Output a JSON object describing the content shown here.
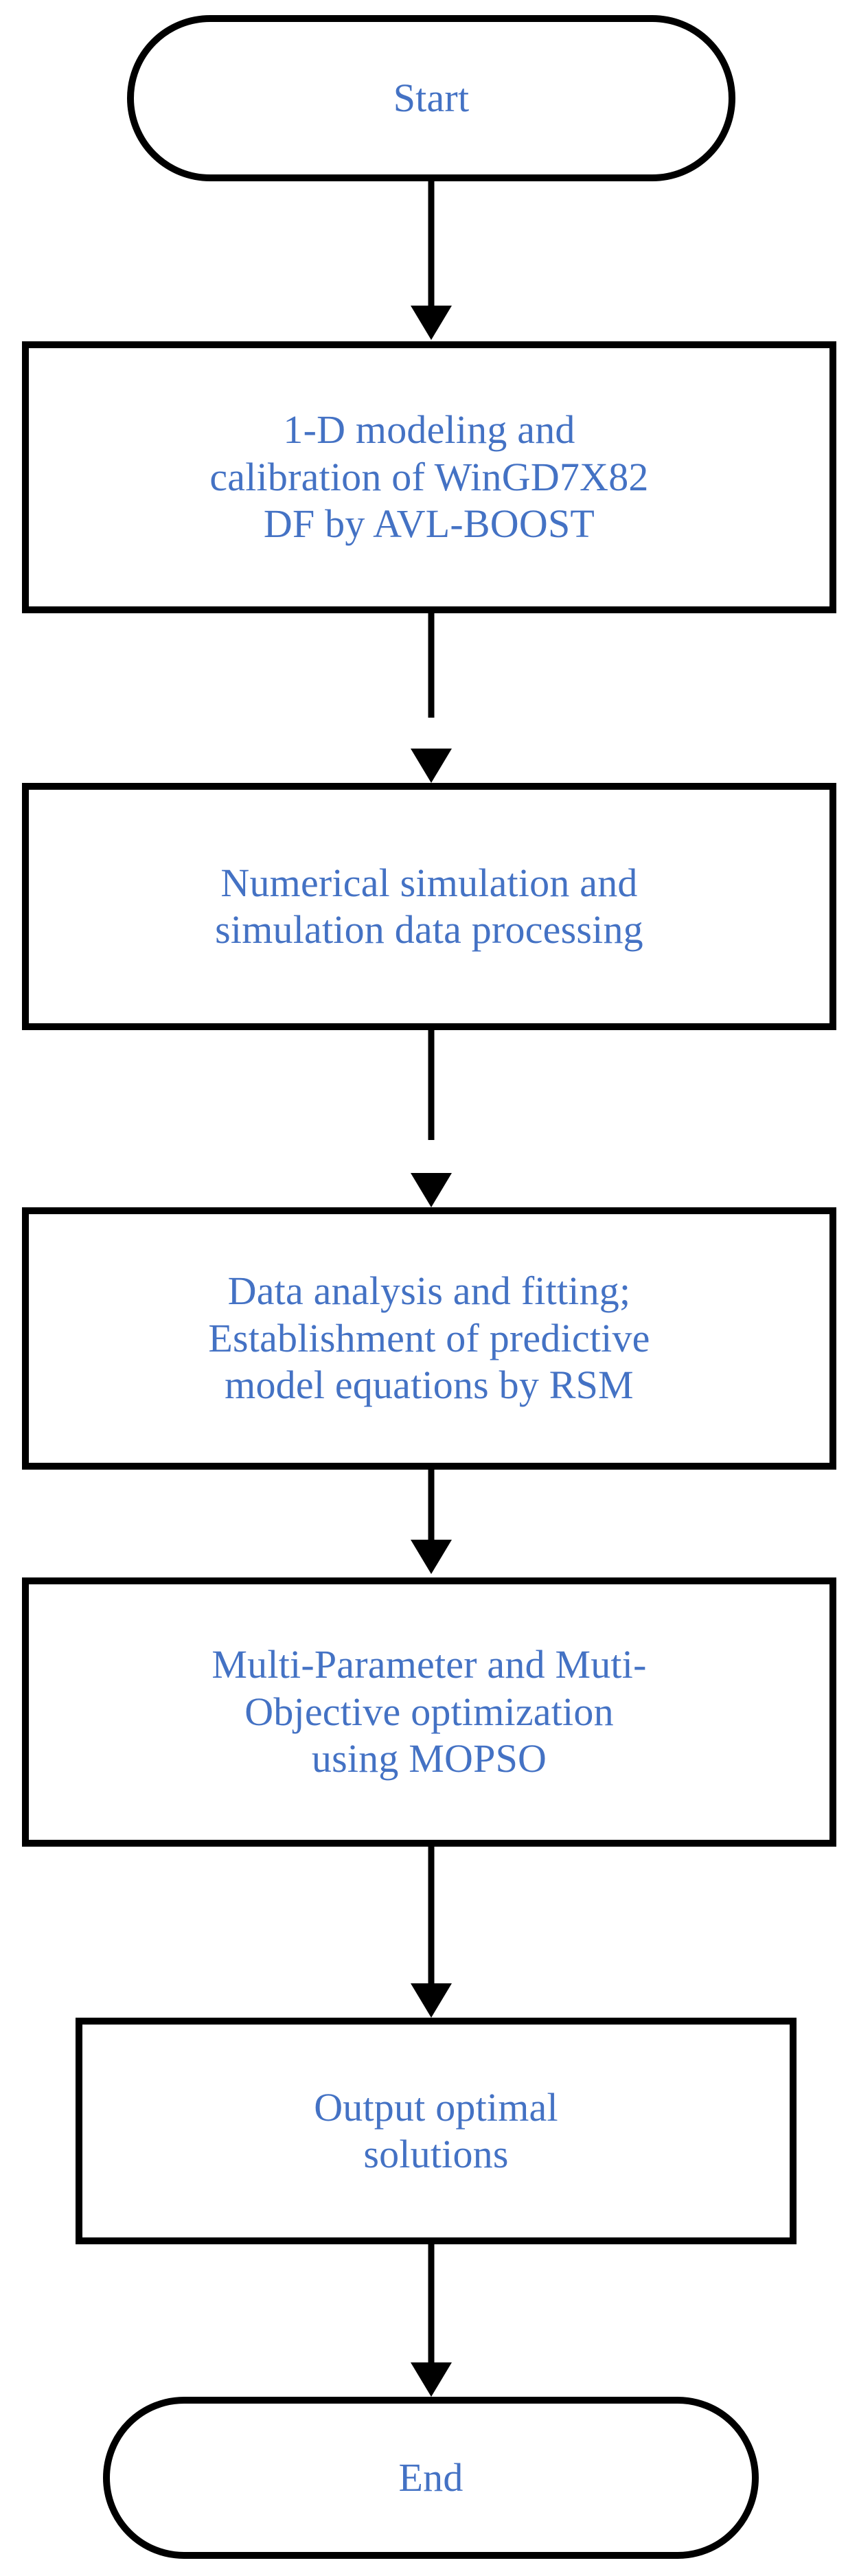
{
  "diagram": {
    "title": "Research methodology flowchart",
    "accent_text_color": "#4472C4",
    "border_color": "#000000",
    "background_color": "#ffffff",
    "nodes": [
      {
        "id": "start",
        "shape": "terminator",
        "label": "Start"
      },
      {
        "id": "step1",
        "shape": "process",
        "label": "1-D modeling and\ncalibration of WinGD7X82\nDF by AVL-BOOST"
      },
      {
        "id": "step2",
        "shape": "process",
        "label": "Numerical simulation and\nsimulation data processing"
      },
      {
        "id": "step3",
        "shape": "process",
        "label": "Data analysis and fitting;\nEstablishment of predictive\nmodel equations by RSM"
      },
      {
        "id": "step4",
        "shape": "process",
        "label": "Multi-Parameter and Muti-\nObjective optimization\nusing MOPSO"
      },
      {
        "id": "step5",
        "shape": "process",
        "label": "Output optimal\nsolutions"
      },
      {
        "id": "end",
        "shape": "terminator",
        "label": "End"
      }
    ],
    "connectors": [
      {
        "id": "c1",
        "from": "start",
        "to": "step1"
      },
      {
        "id": "c2",
        "from": "step1",
        "to": "step2"
      },
      {
        "id": "c3",
        "from": "step2",
        "to": "step3"
      },
      {
        "id": "c4",
        "from": "step3",
        "to": "step4"
      },
      {
        "id": "c5",
        "from": "step4",
        "to": "step5"
      },
      {
        "id": "c6",
        "from": "step5",
        "to": "end"
      }
    ]
  }
}
